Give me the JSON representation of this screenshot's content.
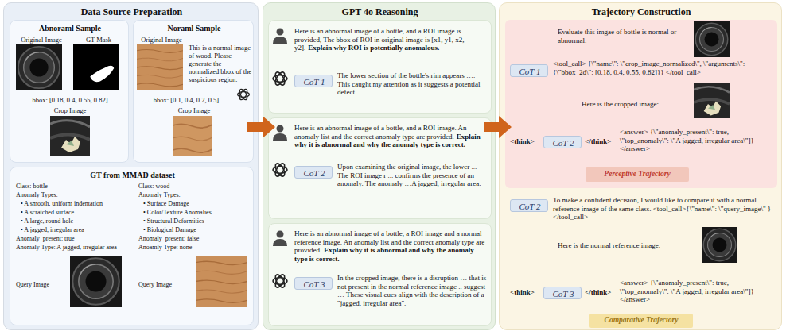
{
  "diagram": {
    "nodes": [
      {
        "text": [
          "Data Source Preparation"
        ]
      },
      {
        "text": [
          "Abnoraml Sample",
          "Original Image",
          "GT Mask",
          "bbox: [0.18, 0.4, 0.55, 0.82]",
          "Crop Image"
        ],
        "in": 0
      },
      {
        "text": [
          "Noraml Sample",
          "Original Image",
          "This is a normal image of wood. Please generate the normalized bbox of the suspicious region.",
          "bbox: [0.1, 0.4, 0.2, 0.5]",
          "Crop Image"
        ],
        "in": 0
      },
      {
        "text": [
          "GT from MMAD dataset",
          "Class: bottle",
          "Anomaly Types:",
          "• A smooth, uniform indentation",
          "• A scratched surface",
          "• A large, round hole",
          "• A jagged, irregular area",
          "Anomaly_present: true",
          "Anomaly Type: A jagged, irregular area",
          "Query Image",
          "Class: wood",
          "Anomaly Types:",
          "• Surface Damage",
          "• Color/Texture Anomalies",
          "• Structural Deformities",
          "• Biological Damage",
          "Anomaly_present: false",
          "Anoamly Type: none",
          "Query Image"
        ],
        "in": 0
      },
      {
        "text": [
          "GPT 4o Reasoning"
        ]
      },
      {
        "text": [
          "Here is an abnormal image of a bottle, and a ROI image is provided, The bbox of ROI in original image is [x1, y1, x2, y2].",
          "Explain why ROI is potentially anomalous.",
          "The lower section of the bottle's rim appears …. This caught my attention as it suggests a potential defect"
        ],
        "in": 4
      },
      {
        "text": [
          "CoT 1"
        ],
        "in": 5
      },
      {
        "text": [
          "Here is an abnormal image of a bottle, and a ROI image. An anomaly list and the correct anomaly type are provided.",
          "Explain why it is abnormal and why the anomaly type is correct.",
          "Upon examining the original image, the lower ... The ROI image r ... confirms the presence of an anomaly. The anomaly …A jagged, irregular area."
        ],
        "in": 4
      },
      {
        "text": [
          "CoT 2"
        ],
        "in": 7
      },
      {
        "text": [
          "Here is an abnormal image of a bottle, a ROI image and a normal reference image. An anomaly list and the correct anomaly type are provided.",
          "Explain why it is abnormal and why the anomaly type is correct.",
          "In the cropped image, there is a disruption … that is not present in the normal reference image .. suggest … These visual cues align with the description of a \"jagged, irregular area\"."
        ],
        "in": 4
      },
      {
        "text": [
          "CoT 3"
        ],
        "in": 9
      },
      {
        "text": [
          "Trajectory Construction",
          "To make a confident decision, I would like to compare it with a normal reference image of the same class. <tool_call>{\\\"name\\\": \\\"query_image\\\" }</tool_call>",
          "Here is the normal reference image:",
          "<think>",
          "</think>",
          "<answer> {\\\"anomaly_present\\\": true, \\\"top_anomaly\\\": \\\"A jagged, irregular area\\\"]} </answer>"
        ]
      },
      {
        "text": [
          "Evaluate this imgae of bottle is normal or abnormal:",
          "<tool_call> {\\\"name\\\": \\\"crop_image_normalized\\\", \\\"arguments\\\": {\\\"bbox_2d\\\": [0.18, 0.4, 0.55, 0.82]}} </tool_call>",
          "Here is the cropped image:",
          "<think>",
          "</think>",
          "<answer> {\\\"anomaly_present\\\": true, \\\"top_anomaly\\\": \\\"A jagged, irregular area\\\"]} </answer>"
        ],
        "in": 11
      },
      {
        "text": [
          "CoT 1"
        ],
        "in": 12
      },
      {
        "text": [
          "CoT 2"
        ],
        "in": 12
      },
      {
        "text": [
          "Perceptive Trajectory"
        ],
        "in": 12
      },
      {
        "text": [
          "CoT 2"
        ],
        "in": 11
      },
      {
        "text": [
          "CoT 3"
        ],
        "in": 11
      },
      {
        "text": [
          "Comparative Trajectory"
        ],
        "in": 11
      }
    ],
    "edges": [
      {
        "from": 0,
        "to": 4,
        "arrow": "to"
      },
      {
        "from": 4,
        "to": 11,
        "arrow": "to"
      }
    ]
  }
}
